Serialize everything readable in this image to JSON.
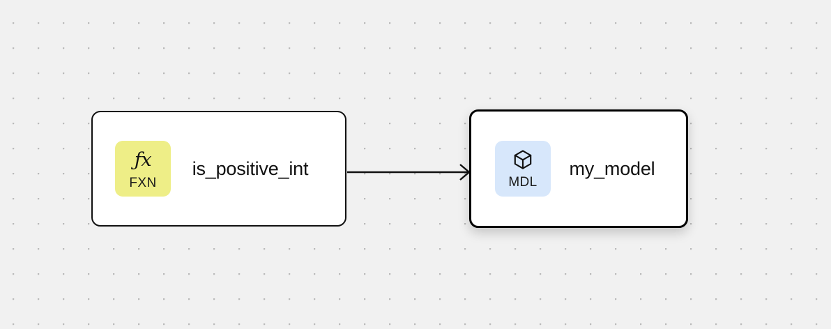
{
  "canvas": {
    "background_color": "#f1f1f1",
    "dot_color": "#b9b9b9",
    "grid_spacing": 36
  },
  "nodes": [
    {
      "id": "fxn-node",
      "title": "is_positive_int",
      "badge_label": "FXN",
      "badge_glyph": "ƒx",
      "badge_icon_name": "function-fx-icon",
      "badge_color": "#eeee87",
      "selected": false,
      "border_color": "#111111"
    },
    {
      "id": "mdl-node",
      "title": "my_model",
      "badge_label": "MDL",
      "badge_icon_name": "cube-box-icon",
      "badge_color": "#d7e7fb",
      "selected": true,
      "border_color": "#000000"
    }
  ],
  "edges": [
    {
      "id": "edge-fxn-to-mdl",
      "from": "fxn-node",
      "to": "mdl-node",
      "color": "#111111",
      "arrowhead": "chevron"
    }
  ]
}
